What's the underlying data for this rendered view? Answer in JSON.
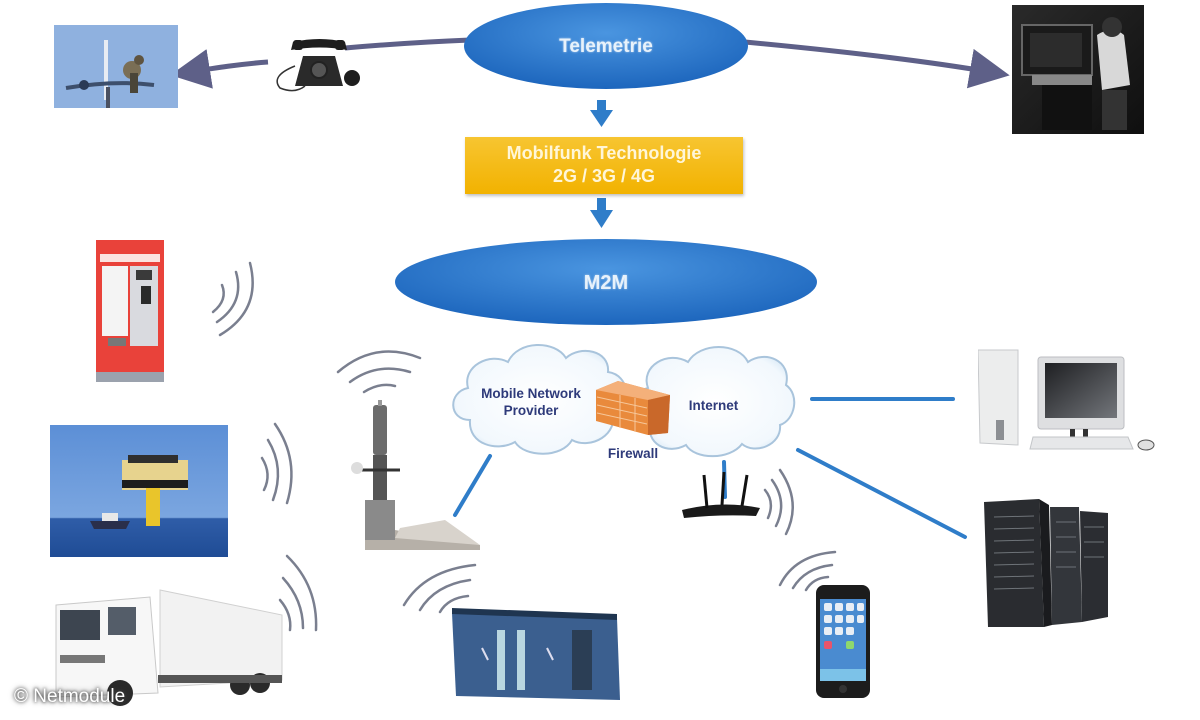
{
  "diagram": {
    "nodes": {
      "telemetrie": {
        "label": "Telemetrie",
        "color": "#2e7ad1"
      },
      "technology": {
        "line1": "Mobilfunk Technologie",
        "line2": "2G / 3G / 4G",
        "color": "#f4b81c"
      },
      "m2m": {
        "label": "M2M",
        "color": "#2e7ad1"
      },
      "mobile_network": {
        "line1": "Mobile Network",
        "line2": "Provider"
      },
      "internet": {
        "label": "Internet"
      },
      "firewall": {
        "label": "Firewall",
        "color": "#e8853a"
      }
    },
    "devices": [
      {
        "id": "weather-station",
        "description": "Weather station mast"
      },
      {
        "id": "telephone",
        "description": "Vintage telephone"
      },
      {
        "id": "operator-terminal",
        "description": "Operator at terminal (black & white)"
      },
      {
        "id": "ticket-machine",
        "description": "Red ticket vending machine"
      },
      {
        "id": "offshore-platform",
        "description": "Offshore platform at sea"
      },
      {
        "id": "truck",
        "description": "White truck"
      },
      {
        "id": "cell-tower",
        "description": "Cell tower antenna"
      },
      {
        "id": "plc-controller",
        "description": "Industrial PLC controller"
      },
      {
        "id": "router",
        "description": "Wireless router"
      },
      {
        "id": "smartphone",
        "description": "Smartphone"
      },
      {
        "id": "desktop-pc",
        "description": "Desktop computer"
      },
      {
        "id": "server-rack",
        "description": "Server racks"
      }
    ],
    "connector_color": "#2f7dc9",
    "arrow_color": "#5e6088"
  },
  "credit": "© Netmodule"
}
